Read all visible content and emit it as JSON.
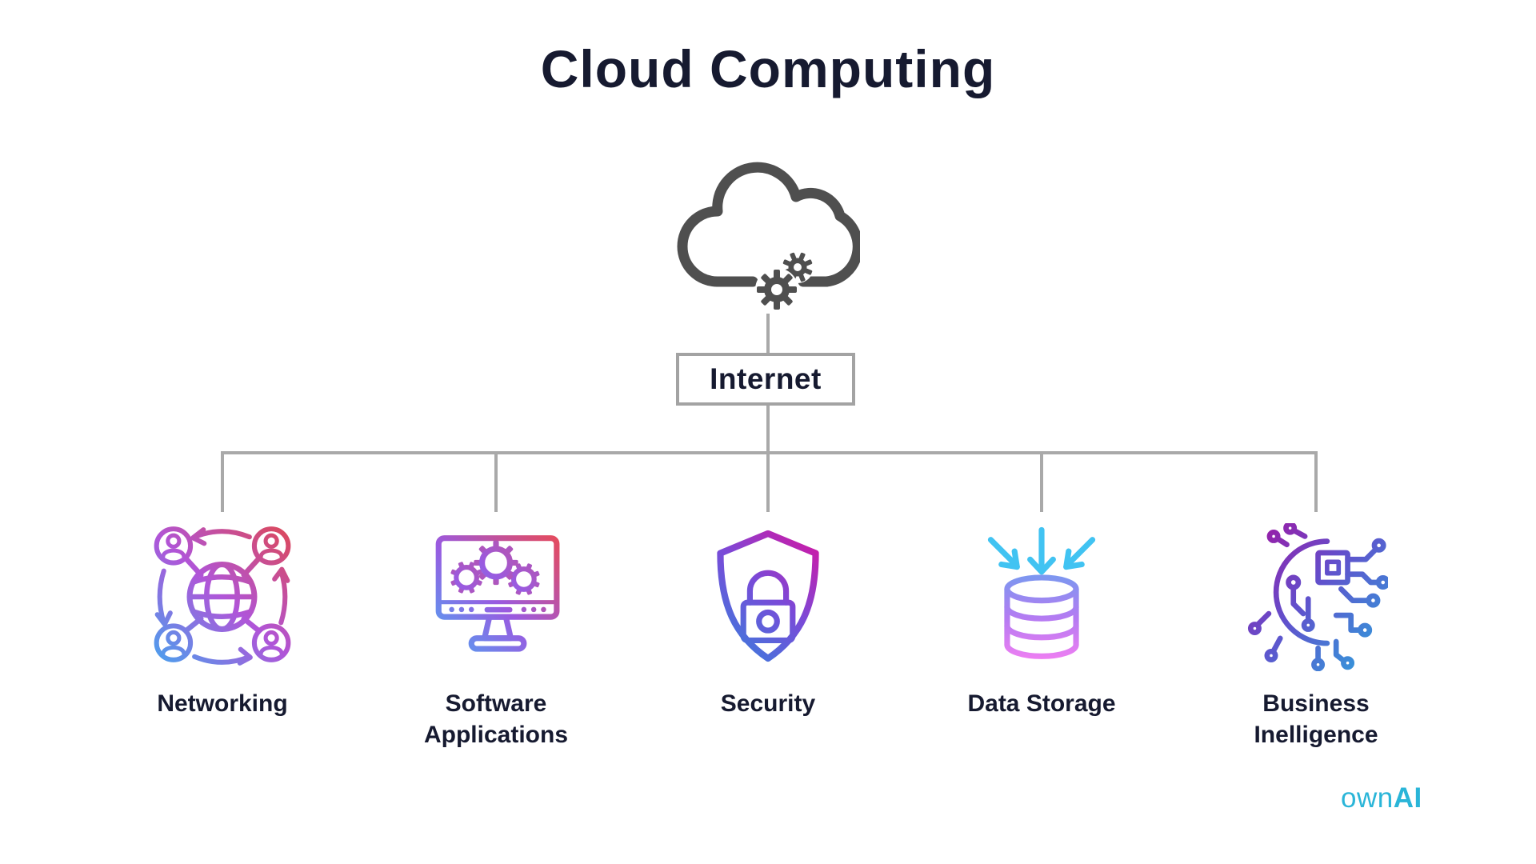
{
  "title": "Cloud Computing",
  "internet_label": "Internet",
  "branches": [
    {
      "id": "networking",
      "label": "Networking"
    },
    {
      "id": "software-applications",
      "label": "Software Applications"
    },
    {
      "id": "security",
      "label": "Security"
    },
    {
      "id": "data-storage",
      "label": "Data Storage"
    },
    {
      "id": "business-intelligence",
      "label": "Business Inelligence"
    }
  ],
  "logo": {
    "prefix": "own",
    "suffix": "AI"
  },
  "icons": {
    "top": "cloud-gears-icon",
    "networking": "globe-users-network-icon",
    "software_applications": "monitor-gears-icon",
    "security": "shield-lock-icon",
    "data_storage": "database-inbound-arrows-icon",
    "business_intelligence": "circuit-head-ai-icon",
    "logo": "ownai-wordmark"
  },
  "colors": {
    "ink": "#161a30",
    "line_gray": "#a9a9a9",
    "cloud_gray": "#4f4f4f",
    "logo_cyan": "#2ab5d8",
    "net_blue": "#3fa9f0",
    "net_purple": "#b055d8",
    "net_red": "#e0474f",
    "soft_blue": "#3eb7f7",
    "soft_purple": "#9a5ae0",
    "soft_red": "#ea4a55",
    "sec_blue": "#2f86dd",
    "sec_purple": "#7a4ad8",
    "sec_magenta": "#d316a3",
    "data_cyan": "#41c3f2",
    "cyl_top": "#7e96f0",
    "cyl_mid": "#b57bf2",
    "cyl_pink": "#ef7ef2",
    "bi_magenta": "#9c1aa5",
    "bi_purple": "#6150cc",
    "bi_blue": "#2fa0dc"
  }
}
